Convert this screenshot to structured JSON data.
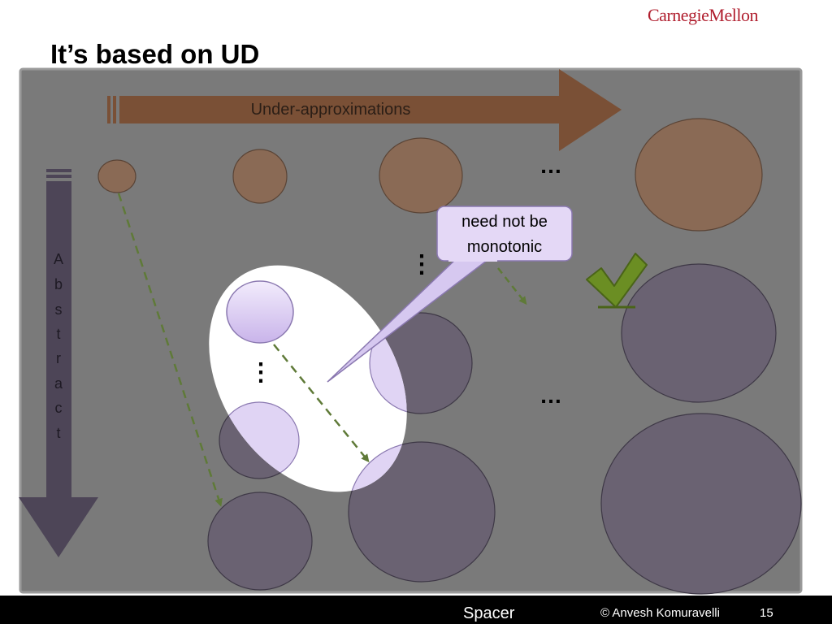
{
  "slide": {
    "title": "It’s based on UD",
    "logo_text": "CarnegieMellon"
  },
  "diagram": {
    "horizontal_arrow_label": "Under-approximations",
    "vertical_arrow_label": "Abstract",
    "callout_text": [
      "need not be",
      "monotonic"
    ],
    "ellipsis_horizontal": "…",
    "ellipsis_vertical": "⋮",
    "colors": {
      "panel": "#7a7a7a",
      "brown_arrow": "#7a5036",
      "brown_circle": "#8a6a55",
      "purple_arrow": "#4d4557",
      "purple_circle": "#6a6272",
      "highlight_circle": "#e0d4f4",
      "dashed_arrow": "#5f7a38",
      "checkmark": "#6b8e23"
    }
  },
  "footer": {
    "title": "Spacer",
    "author": "© Anvesh Komuravelli",
    "page_number": "15"
  }
}
